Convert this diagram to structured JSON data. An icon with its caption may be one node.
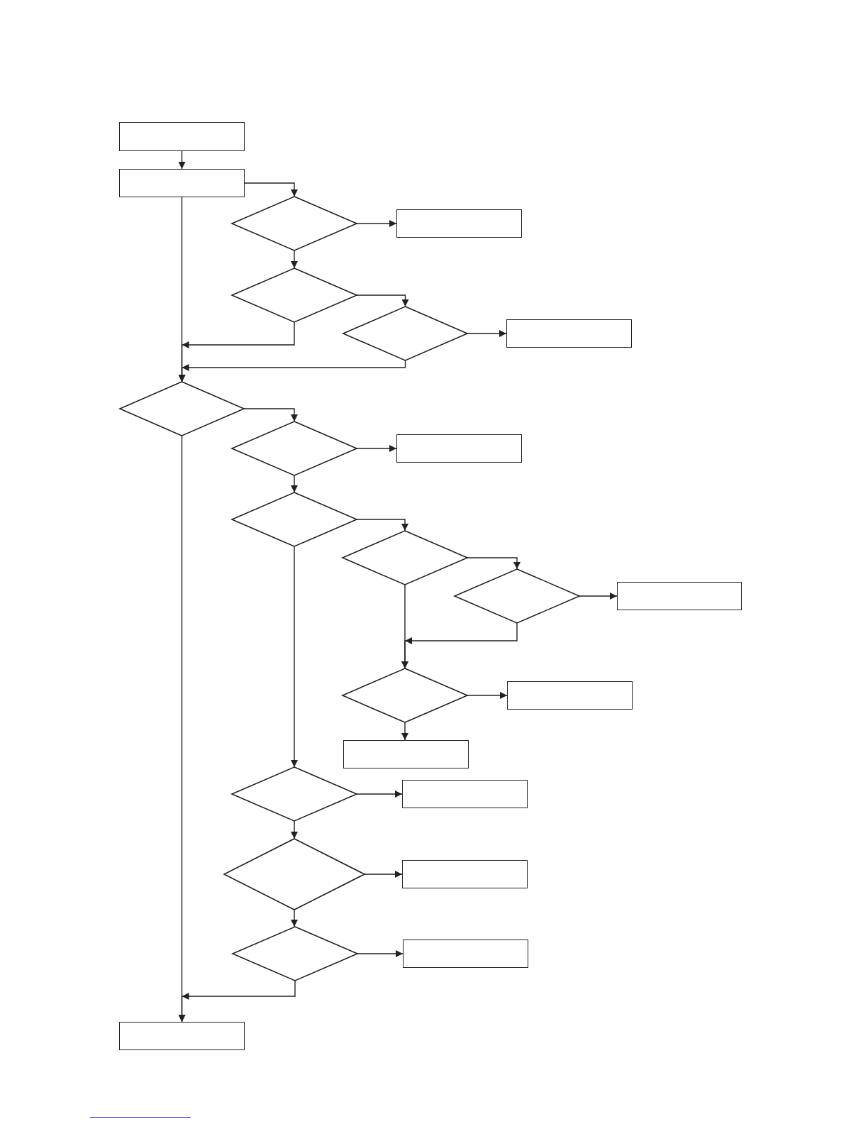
{
  "diagram": {
    "nodes": [
      {
        "text": [],
        "shape": "box"
      },
      {
        "text": [],
        "shape": "box"
      },
      {
        "text": [],
        "shape": "diamond"
      },
      {
        "text": [],
        "shape": "box"
      },
      {
        "text": [],
        "shape": "diamond"
      },
      {
        "text": [],
        "shape": "diamond"
      },
      {
        "text": [],
        "shape": "box"
      },
      {
        "text": [],
        "shape": "diamond"
      },
      {
        "text": [],
        "shape": "diamond"
      },
      {
        "text": [],
        "shape": "box"
      },
      {
        "text": [],
        "shape": "diamond"
      },
      {
        "text": [],
        "shape": "diamond"
      },
      {
        "text": [],
        "shape": "diamond"
      },
      {
        "text": [],
        "shape": "box"
      },
      {
        "text": [],
        "shape": "diamond"
      },
      {
        "text": [],
        "shape": "box"
      },
      {
        "text": [],
        "shape": "box"
      },
      {
        "text": [],
        "shape": "diamond"
      },
      {
        "text": [],
        "shape": "box"
      },
      {
        "text": [],
        "shape": "diamond"
      },
      {
        "text": [],
        "shape": "box"
      },
      {
        "text": [],
        "shape": "diamond"
      },
      {
        "text": [],
        "shape": "box"
      },
      {
        "text": [],
        "shape": "box"
      }
    ],
    "edges": [
      {
        "from": 0,
        "to": 1,
        "arrow": "to"
      },
      {
        "from": 1,
        "to": 2,
        "arrow": "to"
      },
      {
        "from": 2,
        "to": 3,
        "arrow": "to"
      },
      {
        "from": 2,
        "to": 4,
        "arrow": "to"
      },
      {
        "from": 4,
        "to": 5,
        "arrow": "to"
      },
      {
        "from": 5,
        "to": 6,
        "arrow": "to"
      },
      {
        "from": 4,
        "to": 7,
        "arrow": "to"
      },
      {
        "from": 5,
        "to": 7,
        "arrow": "to"
      },
      {
        "from": 1,
        "to": 7,
        "arrow": "to"
      },
      {
        "from": 7,
        "to": 8,
        "arrow": "to"
      },
      {
        "from": 8,
        "to": 9,
        "arrow": "to"
      },
      {
        "from": 8,
        "to": 10,
        "arrow": "to"
      },
      {
        "from": 10,
        "to": 11,
        "arrow": "to"
      },
      {
        "from": 11,
        "to": 12,
        "arrow": "to"
      },
      {
        "from": 12,
        "to": 13,
        "arrow": "to"
      },
      {
        "from": 11,
        "to": 14,
        "arrow": "to"
      },
      {
        "from": 12,
        "to": 14,
        "arrow": "to"
      },
      {
        "from": 14,
        "to": 15,
        "arrow": "to"
      },
      {
        "from": 14,
        "to": 16,
        "arrow": "to"
      },
      {
        "from": 10,
        "to": 17,
        "arrow": "to"
      },
      {
        "from": 17,
        "to": 18,
        "arrow": "to"
      },
      {
        "from": 17,
        "to": 19,
        "arrow": "to"
      },
      {
        "from": 19,
        "to": 20,
        "arrow": "to"
      },
      {
        "from": 19,
        "to": 21,
        "arrow": "to"
      },
      {
        "from": 21,
        "to": 23,
        "arrow": "to"
      },
      {
        "from": 7,
        "to": 23,
        "arrow": "to"
      },
      {
        "from": 21,
        "to": 22,
        "arrow": "to"
      }
    ]
  }
}
